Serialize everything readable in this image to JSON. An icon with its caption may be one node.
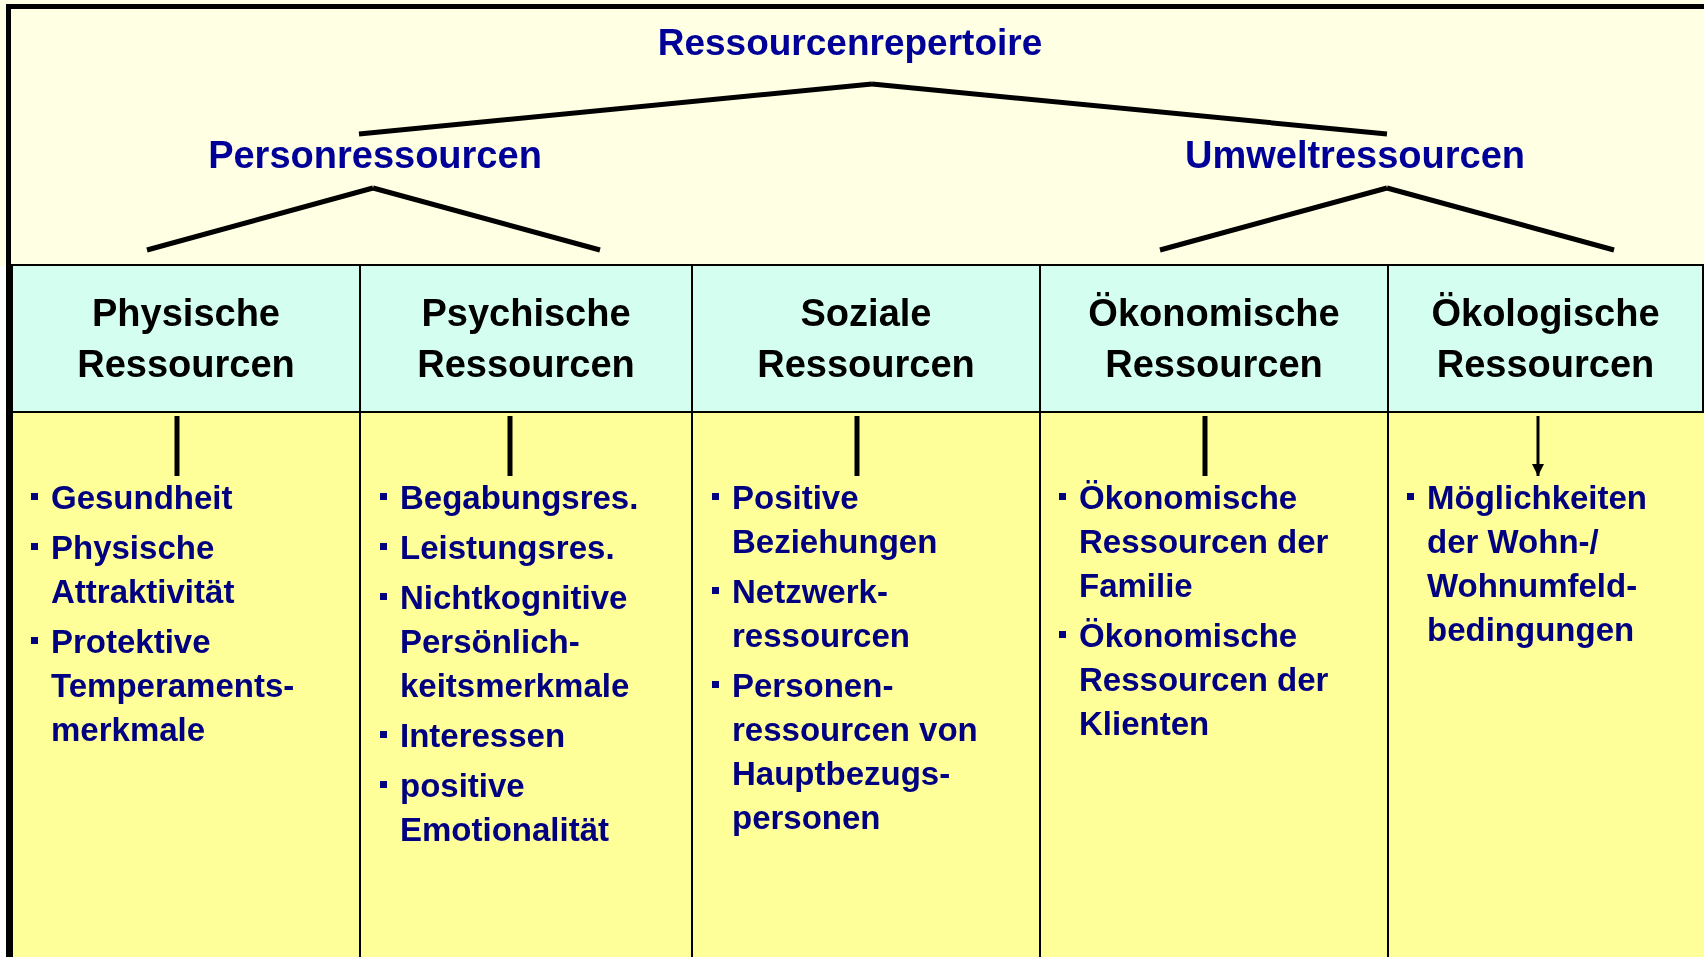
{
  "diagram": {
    "nodes": [
      {
        "text": [
          "Ressourcenrepertoire"
        ]
      },
      {
        "text": [
          "Personressourcen"
        ]
      },
      {
        "text": [
          "Umweltressourcen"
        ]
      },
      {
        "text": [
          "Physische Ressourcen"
        ]
      },
      {
        "text": [
          "Psychische Ressourcen"
        ]
      },
      {
        "text": [
          "Soziale Ressourcen"
        ]
      },
      {
        "text": [
          "Ökonomische Ressourcen"
        ]
      },
      {
        "text": [
          "Ökologische Ressourcen"
        ]
      },
      {
        "text": [
          "Gesundheit",
          "Physische Attraktivität",
          "Protektive Temperaments- merkmale"
        ]
      },
      {
        "text": [
          "Begabungsres.",
          "Leistungsres.",
          "Nichtkognitive Persönlich- keitsmerkmale",
          "Interessen",
          "positive Emotionalität"
        ]
      },
      {
        "text": [
          "Positive Beziehungen",
          "Netzwerk- ressourcen",
          "Personen- ressourcen von Hauptbezugs- personen"
        ]
      },
      {
        "text": [
          "Ökonomische Ressourcen der Familie",
          "Ökonomische Ressourcen der Klienten"
        ]
      },
      {
        "text": [
          "Möglichkeiten der Wohn-/ Wohnumfeld- bedingungen"
        ]
      }
    ],
    "edges": [
      {
        "from": 0,
        "to": 1,
        "arrow": "none"
      },
      {
        "from": 0,
        "to": 2,
        "arrow": "none"
      },
      {
        "from": 1,
        "to": 3,
        "arrow": "none"
      },
      {
        "from": 1,
        "to": 4,
        "arrow": "none"
      },
      {
        "from": 2,
        "to": 6,
        "arrow": "none"
      },
      {
        "from": 2,
        "to": 7,
        "arrow": "none"
      },
      {
        "from": 3,
        "to": 8,
        "arrow": "none"
      },
      {
        "from": 4,
        "to": 9,
        "arrow": "none"
      },
      {
        "from": 5,
        "to": 10,
        "arrow": "none"
      },
      {
        "from": 6,
        "to": 11,
        "arrow": "none"
      },
      {
        "from": 7,
        "to": 12,
        "arrow": "to"
      }
    ]
  }
}
